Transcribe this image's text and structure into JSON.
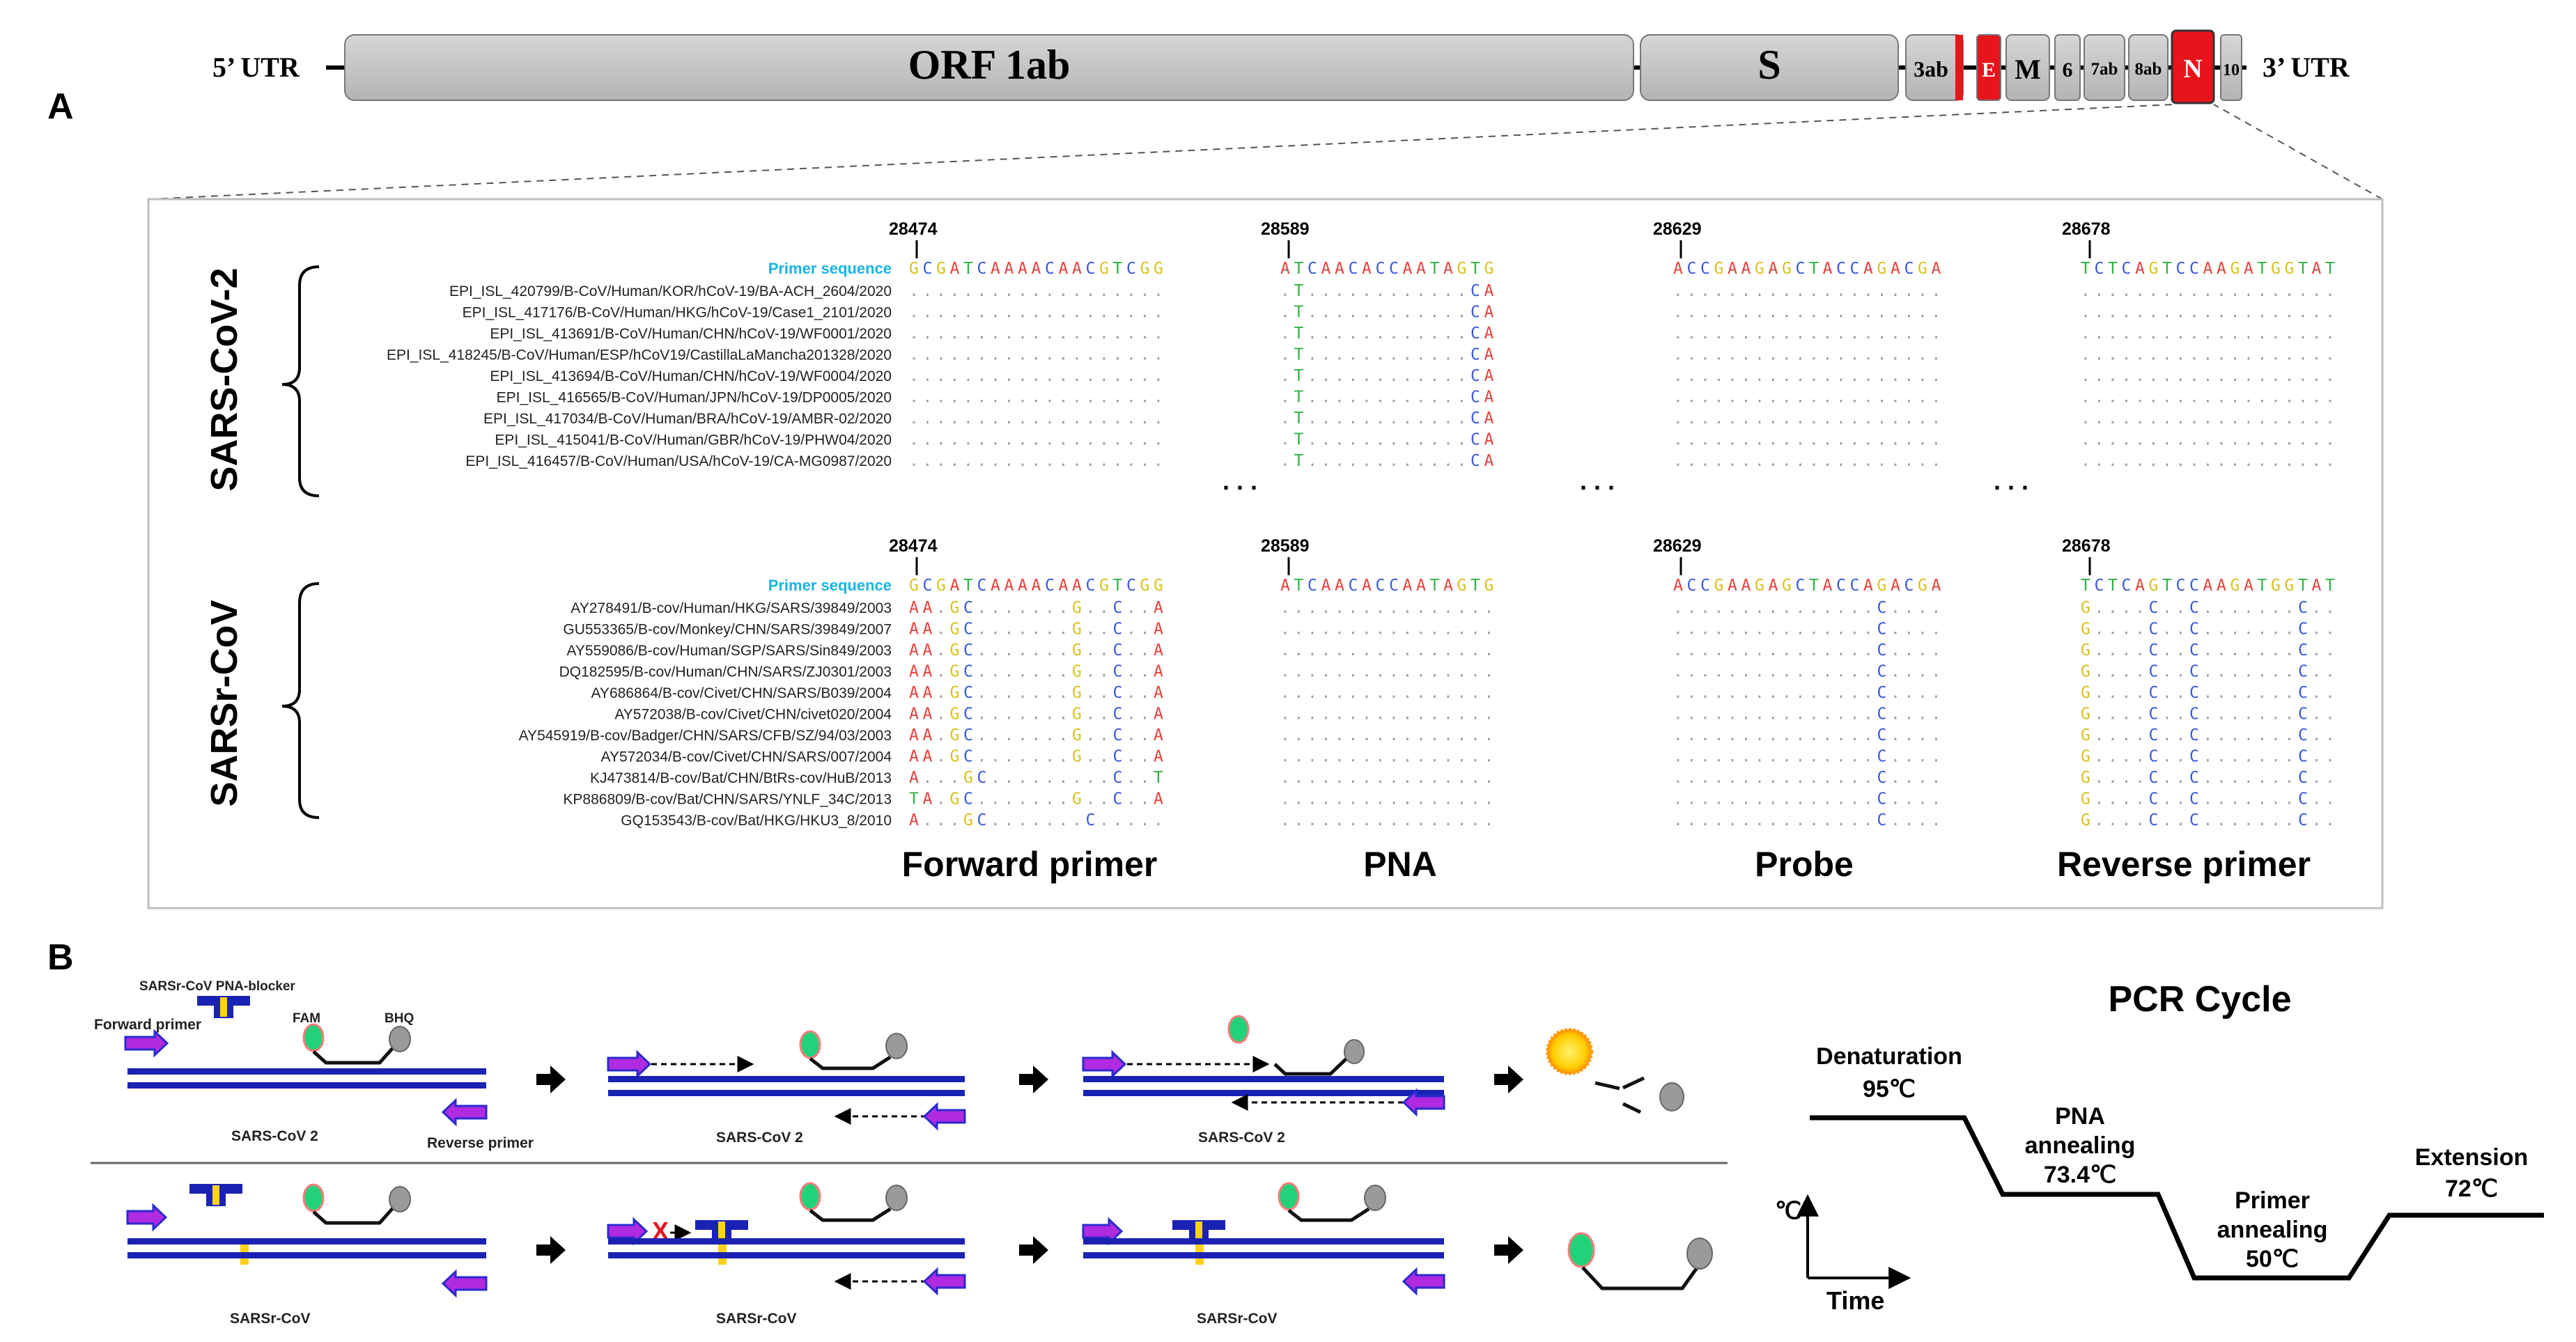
{
  "panels": {
    "a": "A",
    "b": "B"
  },
  "genome": {
    "utr5": "5’ UTR",
    "utr3": "3’ UTR",
    "genes": [
      "ORF 1ab",
      "S",
      "3ab",
      "E",
      "M",
      "6",
      "7ab",
      "8ab",
      "N",
      "10"
    ],
    "highlight_color": "#e8141c",
    "gene_color": "#c8c8c8"
  },
  "alignment": {
    "primer_label": "Primer sequence",
    "region_titles": [
      "Forward primer",
      "PNA",
      "Probe",
      "Reverse primer"
    ],
    "positions": [
      "28474",
      "28589",
      "28629",
      "28678"
    ],
    "ref": {
      "fwd": "GCGATCAAAACAACGTCGG",
      "pna": "ATCAACACCAATAGTG",
      "probe": "ACCGAAGAGCTACCAGACGA",
      "rev": "TCTCAGTCCAAGATGGTAT"
    },
    "ellipsis": ". . .",
    "group1": {
      "name": "SARS-CoV-2",
      "sequences": [
        {
          "id": "EPI_ISL_420799/B-CoV/Human/KOR/hCoV-19/BA-ACH_2604/2020",
          "fwd": "...................",
          "pna": ".T............CA",
          "probe": "....................",
          "rev": "..................."
        },
        {
          "id": "EPI_ISL_417176/B-CoV/Human/HKG/hCoV-19/Case1_2101/2020",
          "fwd": "...................",
          "pna": ".T............CA",
          "probe": "....................",
          "rev": "..................."
        },
        {
          "id": "EPI_ISL_413691/B-CoV/Human/CHN/hCoV-19/WF0001/2020",
          "fwd": "...................",
          "pna": ".T............CA",
          "probe": "....................",
          "rev": "..................."
        },
        {
          "id": "EPI_ISL_418245/B-CoV/Human/ESP/hCoV19/CastillaLaMancha201328/2020",
          "fwd": "...................",
          "pna": ".T............CA",
          "probe": "....................",
          "rev": "..................."
        },
        {
          "id": "EPI_ISL_413694/B-CoV/Human/CHN/hCoV-19/WF0004/2020",
          "fwd": "...................",
          "pna": ".T............CA",
          "probe": "....................",
          "rev": "..................."
        },
        {
          "id": "EPI_ISL_416565/B-CoV/Human/JPN/hCoV-19/DP0005/2020",
          "fwd": "...................",
          "pna": ".T............CA",
          "probe": "....................",
          "rev": "..................."
        },
        {
          "id": "EPI_ISL_417034/B-CoV/Human/BRA/hCoV-19/AMBR-02/2020",
          "fwd": "...................",
          "pna": ".T............CA",
          "probe": "....................",
          "rev": "..................."
        },
        {
          "id": "EPI_ISL_415041/B-CoV/Human/GBR/hCoV-19/PHW04/2020",
          "fwd": "...................",
          "pna": ".T............CA",
          "probe": "....................",
          "rev": "..................."
        },
        {
          "id": "EPI_ISL_416457/B-CoV/Human/USA/hCoV-19/CA-MG0987/2020",
          "fwd": "...................",
          "pna": ".T............CA",
          "probe": "....................",
          "rev": "..................."
        }
      ]
    },
    "group2": {
      "name": "SARSr-CoV",
      "sequences": [
        {
          "id": "AY278491/B-cov/Human/HKG/SARS/39849/2003",
          "fwd": "AA.GC.......G..C..A",
          "pna": "................",
          "probe": "...............C....",
          "rev": "G....C..C.......C.."
        },
        {
          "id": "GU553365/B-cov/Monkey/CHN/SARS/39849/2007",
          "fwd": "AA.GC.......G..C..A",
          "pna": "................",
          "probe": "...............C....",
          "rev": "G....C..C.......C.."
        },
        {
          "id": "AY559086/B-cov/Human/SGP/SARS/Sin849/2003",
          "fwd": "AA.GC.......G..C..A",
          "pna": "................",
          "probe": "...............C....",
          "rev": "G....C..C.......C.."
        },
        {
          "id": "DQ182595/B-cov/Human/CHN/SARS/ZJ0301/2003",
          "fwd": "AA.GC.......G..C..A",
          "pna": "................",
          "probe": "...............C....",
          "rev": "G....C..C.......C.."
        },
        {
          "id": "AY686864/B-cov/Civet/CHN/SARS/B039/2004",
          "fwd": "AA.GC.......G..C..A",
          "pna": "................",
          "probe": "...............C....",
          "rev": "G....C..C.......C.."
        },
        {
          "id": "AY572038/B-cov/Civet/CHN/civet020/2004",
          "fwd": "AA.GC.......G..C..A",
          "pna": "................",
          "probe": "...............C....",
          "rev": "G....C..C.......C.."
        },
        {
          "id": "AY545919/B-cov/Badger/CHN/SARS/CFB/SZ/94/03/2003",
          "fwd": "AA.GC.......G..C..A",
          "pna": "................",
          "probe": "...............C....",
          "rev": "G....C..C.......C.."
        },
        {
          "id": "AY572034/B-cov/Civet/CHN/SARS/007/2004",
          "fwd": "AA.GC.......G..C..A",
          "pna": "................",
          "probe": "...............C....",
          "rev": "G....C..C.......C.."
        },
        {
          "id": "KJ473814/B-cov/Bat/CHN/BtRs-cov/HuB/2013",
          "fwd": "A...GC.........C..T",
          "pna": "................",
          "probe": "...............C....",
          "rev": "G....C..C.......C.."
        },
        {
          "id": "KP886809/B-cov/Bat/CHN/SARS/YNLF_34C/2013",
          "fwd": "TA.GC.......G..C..A",
          "pna": "................",
          "probe": "...............C....",
          "rev": "G....C..C.......C.."
        },
        {
          "id": "GQ153543/B-cov/Bat/HKG/HKU3_8/2010",
          "fwd": "A...GC.......C.....",
          "pna": "................",
          "probe": "...............C....",
          "rev": "G....C..C.......C.."
        }
      ]
    },
    "base_colors": {
      "A": "#e8413c",
      "C": "#3c5ad8",
      "G": "#d9c21e",
      "T": "#2fb344",
      ".": "#9aa0a8"
    }
  },
  "mechanism": {
    "blocker_label": "SARSr-CoV PNA-blocker",
    "forward_label": "Forward primer",
    "fam_label": "FAM",
    "bhq_label": "BHQ",
    "reverse_label": "Reverse primer",
    "top_labels": [
      "SARS-CoV 2",
      "SARS-CoV 2",
      "SARS-CoV 2"
    ],
    "bottom_labels": [
      "SARSr-CoV",
      "SARSr-CoV",
      "SARSr-CoV"
    ],
    "block_mark": "X",
    "colors": {
      "dna": "#1a22b4",
      "primer": "#b02be0",
      "fam": "#22d27a",
      "bhq": "#9a9a9a",
      "blocker": "#ffd21a"
    }
  },
  "pcr": {
    "title": "PCR Cycle",
    "steps": [
      {
        "name": "Denaturation",
        "temp": "95℃"
      },
      {
        "name": "PNA annealing",
        "line1": "PNA",
        "line2": "annealing",
        "temp": "73.4℃"
      },
      {
        "name": "Primer annealing",
        "line1": "Primer",
        "line2": "annealing",
        "temp": "50℃"
      },
      {
        "name": "Extension",
        "temp": "72℃"
      }
    ],
    "y_axis": "℃",
    "x_axis": "Time"
  }
}
